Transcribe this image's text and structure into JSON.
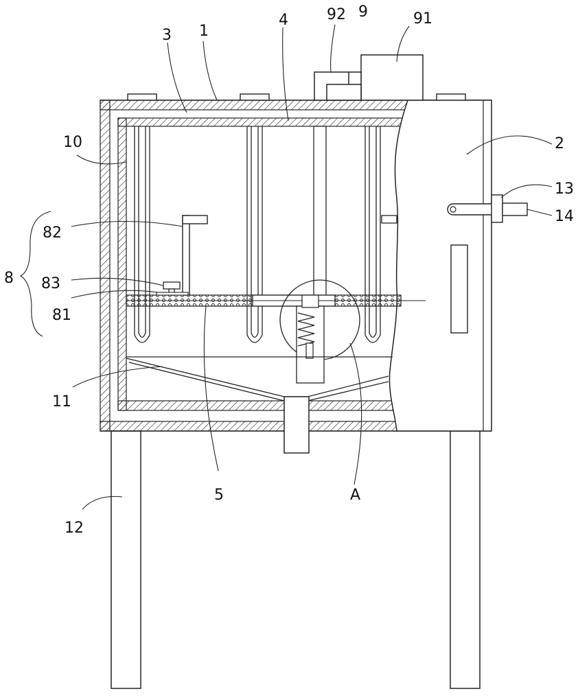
{
  "labels": {
    "l1": "1",
    "l2": "2",
    "l3": "3",
    "l4": "4",
    "l5": "5",
    "l8": "8",
    "l9": "9",
    "l10": "10",
    "l11": "11",
    "l12": "12",
    "l13": "13",
    "l14": "14",
    "l81": "81",
    "l82": "82",
    "l83": "83",
    "l91": "91",
    "l92": "92",
    "lA": "A"
  }
}
